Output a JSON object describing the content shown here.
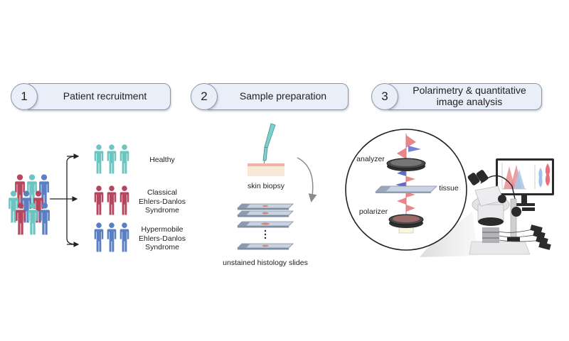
{
  "steps": [
    {
      "number": "1",
      "label": "Patient recruitment"
    },
    {
      "number": "2",
      "label": "Sample preparation"
    },
    {
      "number": "3",
      "label_line1": "Polarimetry & quantitative",
      "label_line2": "image analysis"
    }
  ],
  "groups": [
    {
      "label_lines": [
        "Healthy"
      ],
      "color": "#6cc5c0"
    },
    {
      "label_lines": [
        "Classical",
        "Ehlers-Danlos",
        "Syndrome"
      ],
      "color": "#b6455e"
    },
    {
      "label_lines": [
        "Hypermobile",
        "Ehlers-Danlos",
        "Syndrome"
      ],
      "color": "#5b7fc3"
    }
  ],
  "sample": {
    "biopsy_label": "skin biopsy",
    "slides_label": "unstained histology slides"
  },
  "polarimetry": {
    "analyzer_label": "analyzer",
    "tissue_label": "tissue",
    "polarizer_label": "polarizer"
  },
  "colors": {
    "pill_fill": "#e9eef8",
    "pill_border": "#8a97a8",
    "wave_red": "#e8868a",
    "wave_blue": "#5a6ec9"
  }
}
